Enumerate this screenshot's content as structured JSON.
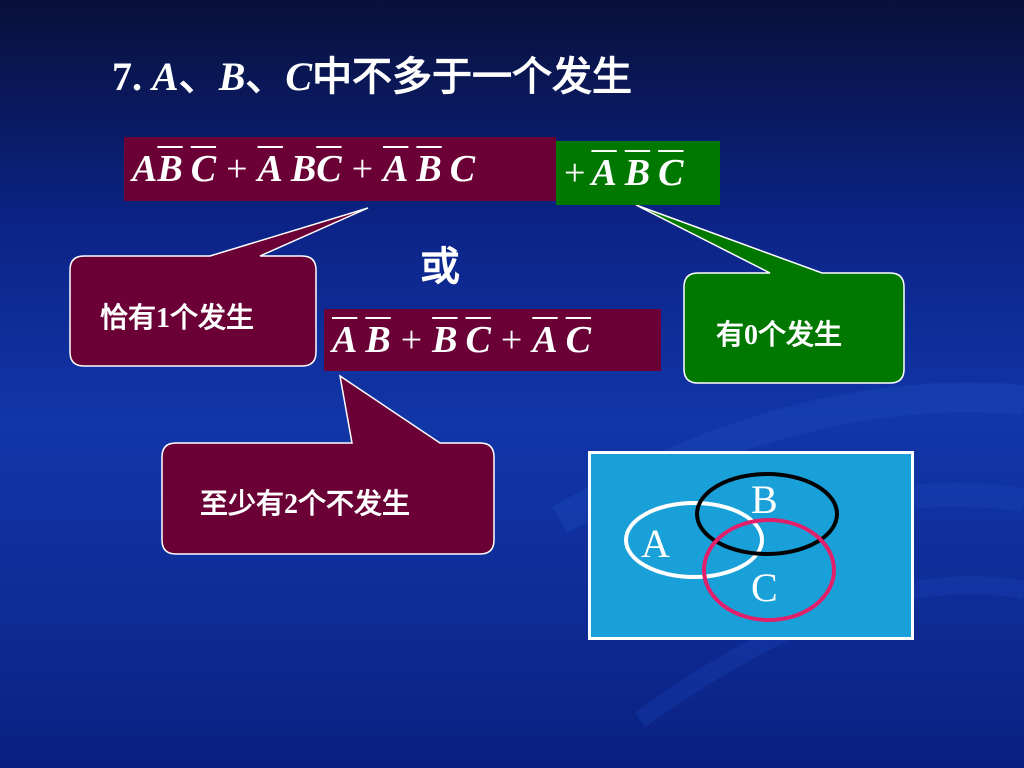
{
  "title": {
    "number": "7.",
    "a": "A",
    "sep1": "、",
    "b": "B",
    "sep2": "、",
    "c": "C",
    "text": "中不多于一个发生"
  },
  "formula1": {
    "t1": [
      "A",
      "B",
      "C"
    ],
    "plus": "+",
    "t2": [
      "A",
      "B",
      "C"
    ],
    "t3": [
      "A",
      "B",
      "C"
    ]
  },
  "formula_zero": {
    "plus": "+",
    "t": [
      "A",
      "B",
      "C"
    ]
  },
  "or_label": "或",
  "formula2": {
    "t1": [
      "A",
      "B"
    ],
    "plus": "+",
    "t2": [
      "B",
      "C"
    ],
    "t3": [
      "A",
      "C"
    ]
  },
  "callouts": {
    "exactly_one": "恰有1个发生",
    "zero": "有0个发生",
    "at_least_two_not": "至少有2个不发生"
  },
  "venn": {
    "labels": [
      "A",
      "B",
      "C"
    ]
  },
  "colors": {
    "maroon": "#6a0036",
    "green": "#007800",
    "venn_bg": "#1aa0d8",
    "c_circle": "#e0206a"
  }
}
